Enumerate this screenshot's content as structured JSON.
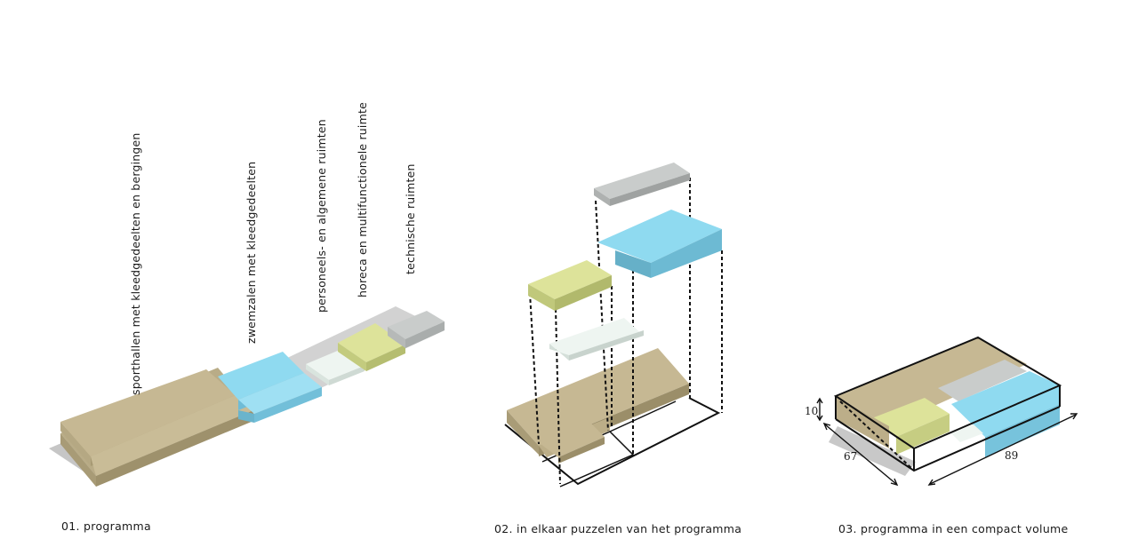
{
  "captions": {
    "step1": "01. programma",
    "step2": "02. in elkaar puzzelen van het programma",
    "step3": "03. programma in een compact volume"
  },
  "program_labels": {
    "sports": "sporthallen met kleedgedeelten en bergingen",
    "swimming": "zwemzalen met kleedgedeelten",
    "staff": "personeels- en algemene ruimten",
    "horeca": "horeca en multifunctionele ruimte",
    "technical": "technische ruimten"
  },
  "dimensions": {
    "height": "10",
    "depth": "67",
    "length": "89"
  },
  "colors": {
    "sports": "#c6b893",
    "swimming": "#8fdaf0",
    "staff": "#eef5f1",
    "horeca": "#dde39a",
    "technical": "#c9cccb",
    "shadow": "#c4c4c4",
    "line": "#111111"
  }
}
